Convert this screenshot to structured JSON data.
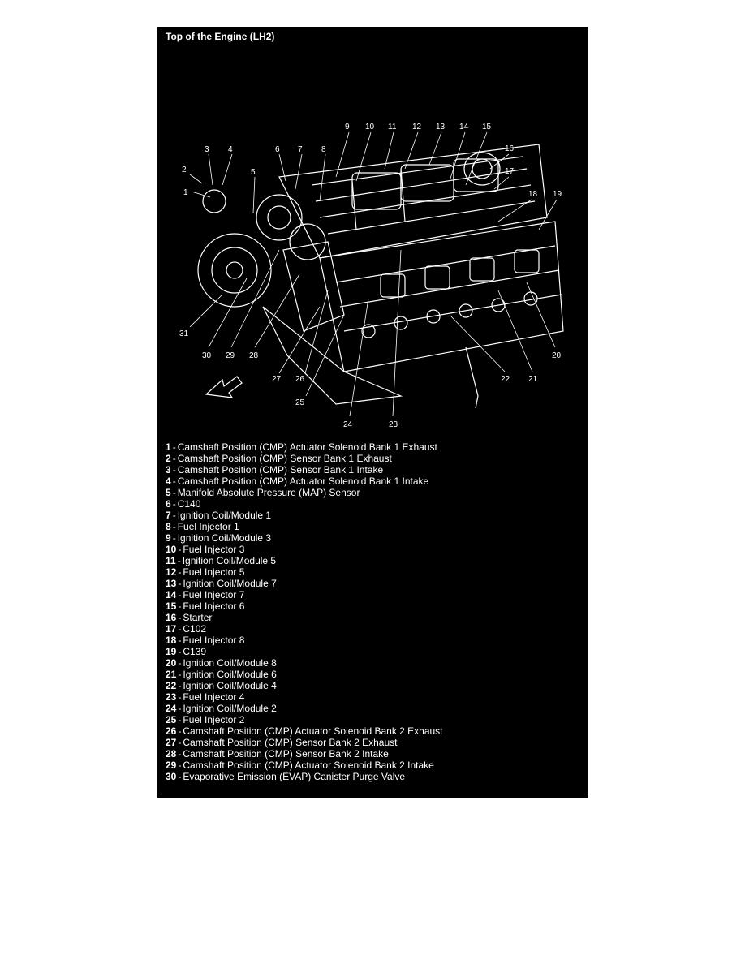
{
  "title": "Top of the Engine (LH2)",
  "separator": "-",
  "callouts": [
    "1",
    "2",
    "3",
    "4",
    "5",
    "6",
    "7",
    "8",
    "9",
    "10",
    "11",
    "12",
    "13",
    "14",
    "15",
    "16",
    "17",
    "18",
    "19",
    "20",
    "21",
    "22",
    "23",
    "24",
    "25",
    "26",
    "27",
    "28",
    "29",
    "30",
    "31"
  ],
  "legend": [
    {
      "num": "1",
      "text": "Camshaft Position (CMP) Actuator Solenoid Bank 1 Exhaust"
    },
    {
      "num": "2",
      "text": "Camshaft Position (CMP) Sensor Bank 1 Exhaust"
    },
    {
      "num": "3",
      "text": "Camshaft Position (CMP) Sensor Bank 1 Intake"
    },
    {
      "num": "4",
      "text": "Camshaft Position (CMP) Actuator Solenoid Bank 1 Intake"
    },
    {
      "num": "5",
      "text": "Manifold Absolute Pressure (MAP) Sensor"
    },
    {
      "num": "6",
      "text": "C140"
    },
    {
      "num": "7",
      "text": "Ignition Coil/Module 1"
    },
    {
      "num": "8",
      "text": "Fuel Injector 1"
    },
    {
      "num": "9",
      "text": "Ignition Coil/Module 3"
    },
    {
      "num": "10",
      "text": "Fuel Injector 3"
    },
    {
      "num": "11",
      "text": "Ignition Coil/Module 5"
    },
    {
      "num": "12",
      "text": "Fuel Injector 5"
    },
    {
      "num": "13",
      "text": "Ignition Coil/Module 7"
    },
    {
      "num": "14",
      "text": "Fuel Injector 7"
    },
    {
      "num": "15",
      "text": "Fuel Injector 6"
    },
    {
      "num": "16",
      "text": "Starter"
    },
    {
      "num": "17",
      "text": "C102"
    },
    {
      "num": "18",
      "text": "Fuel Injector 8"
    },
    {
      "num": "19",
      "text": "C139"
    },
    {
      "num": "20",
      "text": "Ignition Coil/Module 8"
    },
    {
      "num": "21",
      "text": "Ignition Coil/Module 6"
    },
    {
      "num": "22",
      "text": "Ignition Coil/Module 4"
    },
    {
      "num": "23",
      "text": "Fuel Injector 4"
    },
    {
      "num": "24",
      "text": "Ignition Coil/Module 2"
    },
    {
      "num": "25",
      "text": "Fuel Injector 2"
    },
    {
      "num": "26",
      "text": "Camshaft Position (CMP) Actuator Solenoid Bank 2 Exhaust"
    },
    {
      "num": "27",
      "text": "Camshaft Position (CMP) Sensor Bank 2 Exhaust"
    },
    {
      "num": "28",
      "text": "Camshaft Position (CMP) Sensor Bank 2 Intake"
    },
    {
      "num": "29",
      "text": "Camshaft Position (CMP) Actuator Solenoid Bank 2 Intake"
    },
    {
      "num": "30",
      "text": "Evaporative Emission (EVAP) Canister Purge Valve"
    }
  ]
}
